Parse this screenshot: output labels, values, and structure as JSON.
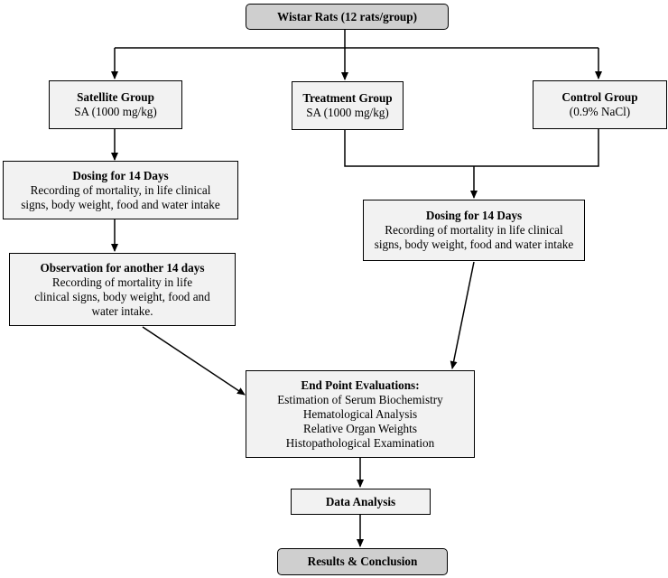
{
  "start": {
    "label": "Wistar Rats (12 rats/group)"
  },
  "groups": {
    "satellite": {
      "title": "Satellite Group",
      "dose": "SA (1000 mg/kg)"
    },
    "treatment": {
      "title": "Treatment Group",
      "dose": "SA (1000 mg/kg)"
    },
    "control": {
      "title": "Control Group",
      "dose": "(0.9% NaCl)"
    }
  },
  "satellite_dosing": {
    "title": "Dosing for 14 Days",
    "line1": "Recording of mortality, in life clinical",
    "line2": "signs, body weight, food and water intake"
  },
  "observation": {
    "title": "Observation for another 14 days",
    "line1": "Recording of mortality in life",
    "line2": "clinical signs, body weight, food and",
    "line3": "water intake."
  },
  "main_dosing": {
    "title": "Dosing for 14 Days",
    "line1": "Recording of mortality in life clinical",
    "line2": "signs, body weight, food and water intake"
  },
  "endpoints": {
    "title": "End Point Evaluations:",
    "items": [
      "Estimation of Serum Biochemistry",
      "Hematological Analysis",
      "Relative Organ Weights",
      "Histopathological Examination"
    ]
  },
  "analysis": {
    "label": "Data Analysis"
  },
  "results": {
    "label": "Results & Conclusion"
  }
}
